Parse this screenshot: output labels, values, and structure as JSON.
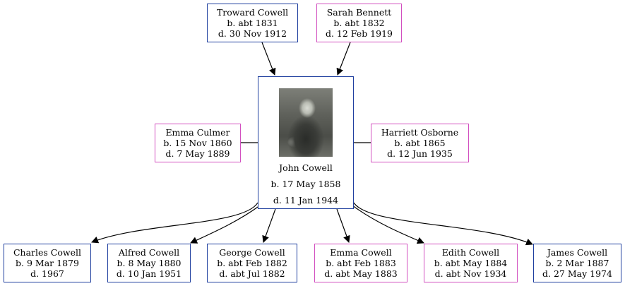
{
  "focus": {
    "name": "John Cowell",
    "born": "b. 17 May 1858",
    "died": "d. 11 Jan 1944",
    "photo": "portrait-photo"
  },
  "parents": [
    {
      "name": "Troward Cowell",
      "born": "b. abt 1831",
      "died": "d. 30 Nov 1912",
      "sex": "male"
    },
    {
      "name": "Sarah Bennett",
      "born": "b. abt 1832",
      "died": "d. 12 Feb 1919",
      "sex": "female"
    }
  ],
  "spouses": [
    {
      "name": "Emma Culmer",
      "born": "b. 15 Nov 1860",
      "died": "d. 7 May 1889",
      "sex": "female"
    },
    {
      "name": "Harriett Osborne",
      "born": "b. abt 1865",
      "died": "d. 12 Jun 1935",
      "sex": "female"
    }
  ],
  "children": [
    {
      "name": "Charles Cowell",
      "born": "b. 9 Mar 1879",
      "died": "d. 1967",
      "sex": "male"
    },
    {
      "name": "Alfred Cowell",
      "born": "b. 8 May 1880",
      "died": "d. 10 Jan 1951",
      "sex": "male"
    },
    {
      "name": "George Cowell",
      "born": "b. abt Feb 1882",
      "died": "d. abt Jul 1882",
      "sex": "male"
    },
    {
      "name": "Emma Cowell",
      "born": "b. abt Feb 1883",
      "died": "d. abt May 1883",
      "sex": "female"
    },
    {
      "name": "Edith Cowell",
      "born": "b. abt May 1884",
      "died": "d. abt Nov 1934",
      "sex": "female"
    },
    {
      "name": "James Cowell",
      "born": "b. 2 Mar 1887",
      "died": "d. 27 May 1974",
      "sex": "male"
    }
  ],
  "colors": {
    "male": "#1f3f9f",
    "female": "#d24fc0",
    "edge": "#000000"
  }
}
